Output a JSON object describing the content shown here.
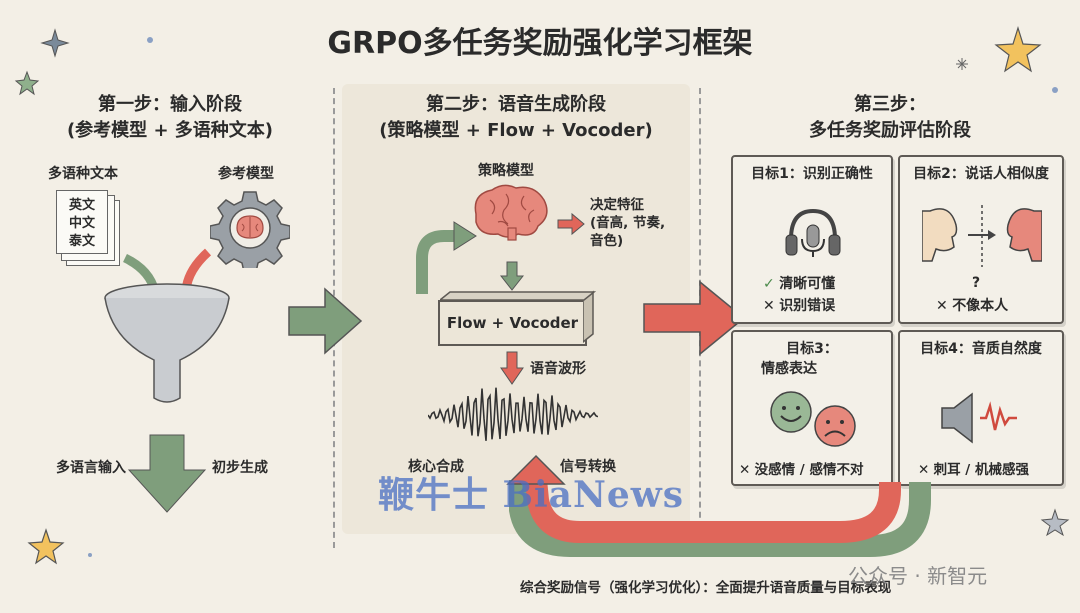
{
  "title": "GRPO多任务奖励强化学习框架",
  "step1": {
    "heading": "第一步：输入阶段",
    "subheading": "(参考模型 + 多语种文本)",
    "text_label": "多语种文本",
    "ref_label": "参考模型",
    "doc_lines": [
      "英文",
      "中文",
      "泰文"
    ],
    "left_output": "多语言输入",
    "right_output": "初步生成"
  },
  "step2": {
    "heading": "第二步：语音生成阶段",
    "subheading": "(策略模型 + Flow + Vocoder)",
    "policy_label": "策略模型",
    "features": "决定特征\n(音高, 节奏,\n音色)",
    "vocoder": "Flow + Vocoder",
    "waveform_label": "语音波形",
    "core_label": "核心合成",
    "signal_label": "信号转换"
  },
  "step3": {
    "heading": "第三步：",
    "subheading": "多任务奖励评估阶段",
    "goals": [
      {
        "title": "目标1：识别正确性",
        "line1_mark": "✓",
        "line1": "清晰可懂",
        "line2_mark": "✕",
        "line2": "识别错误"
      },
      {
        "title": "目标2：说话人相似度",
        "question": "?",
        "line2_mark": "✕",
        "line2": "不像本人"
      },
      {
        "title": "目标3：",
        "subtitle": "情感表达",
        "line2_mark": "✕",
        "line2": "没感情 / 感情不对"
      },
      {
        "title": "目标4：音质自然度",
        "line2_mark": "✕",
        "line2": "刺耳 / 机械感强"
      }
    ]
  },
  "footer": "综合奖励信号（强化学习优化）：全面提升语音质量与目标表现",
  "watermarks": {
    "blue": "鞭牛士 BiaNews",
    "gray": "公众号 · 新智元"
  },
  "colors": {
    "green_arrow": "#7f9e7c",
    "red_arrow": "#e0665a",
    "background": "#f3efe6"
  }
}
